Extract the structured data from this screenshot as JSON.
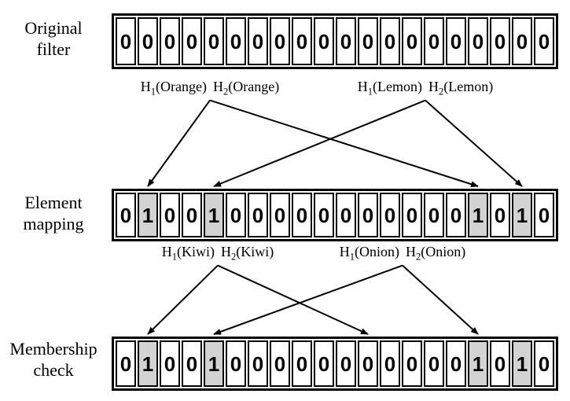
{
  "figure": {
    "rows": [
      {
        "id": "original-filter",
        "label_lines": [
          "Original",
          "filter"
        ],
        "cells": [
          "0",
          "0",
          "0",
          "0",
          "0",
          "0",
          "0",
          "0",
          "0",
          "0",
          "0",
          "0",
          "0",
          "0",
          "0",
          "0",
          "0",
          "0",
          "0",
          "0"
        ],
        "shaded_indices": []
      },
      {
        "id": "element-mapping",
        "label_lines": [
          "Element",
          "mapping"
        ],
        "cells": [
          "0",
          "1",
          "0",
          "0",
          "1",
          "0",
          "0",
          "0",
          "0",
          "0",
          "0",
          "0",
          "0",
          "0",
          "0",
          "0",
          "1",
          "0",
          "1",
          "0"
        ],
        "shaded_indices": [
          1,
          4,
          16,
          18
        ]
      },
      {
        "id": "membership-check",
        "label_lines": [
          "Membership",
          "check"
        ],
        "cells": [
          "0",
          "1",
          "0",
          "0",
          "1",
          "0",
          "0",
          "0",
          "0",
          "0",
          "0",
          "0",
          "0",
          "0",
          "0",
          "0",
          "1",
          "0",
          "1",
          "0"
        ],
        "shaded_indices": [
          1,
          4,
          16,
          18
        ]
      }
    ],
    "hash_groups": [
      {
        "id": "orange",
        "terms": [
          {
            "fn": "H",
            "sub": "1",
            "arg": "(Orange)"
          },
          {
            "fn": "H",
            "sub": "2",
            "arg": "(Orange)"
          }
        ],
        "target_row": 1,
        "target_cells": [
          1,
          16
        ]
      },
      {
        "id": "lemon",
        "terms": [
          {
            "fn": "H",
            "sub": "1",
            "arg": "(Lemon)"
          },
          {
            "fn": "H",
            "sub": "2",
            "arg": "(Lemon)"
          }
        ],
        "target_row": 1,
        "target_cells": [
          4,
          18
        ]
      },
      {
        "id": "kiwi",
        "terms": [
          {
            "fn": "H",
            "sub": "1",
            "arg": "(Kiwi)"
          },
          {
            "fn": "H",
            "sub": "2",
            "arg": "(Kiwi)"
          }
        ],
        "target_row": 2,
        "target_cells": [
          1,
          11
        ]
      },
      {
        "id": "onion",
        "terms": [
          {
            "fn": "H",
            "sub": "1",
            "arg": "(Onion)"
          },
          {
            "fn": "H",
            "sub": "2",
            "arg": "(Onion)"
          }
        ],
        "target_row": 2,
        "target_cells": [
          4,
          16
        ]
      }
    ],
    "colors": {
      "shaded_cell": "#d3d3d3",
      "cell_background": "#ffffff",
      "line": "#000000",
      "text": "#000000",
      "page_background": "#ffffff"
    }
  }
}
